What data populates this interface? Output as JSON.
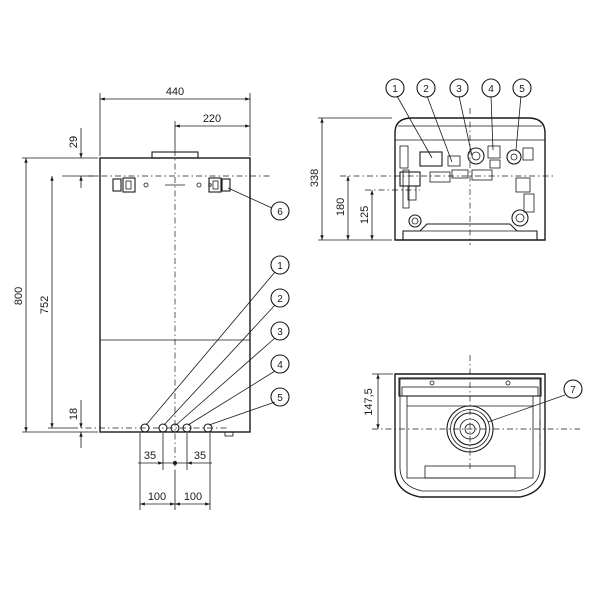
{
  "front_view": {
    "dims": {
      "width": "440",
      "half_width": "220",
      "top_offset": "29",
      "height": "800",
      "mount_height": "752",
      "bottom_offset": "18",
      "conn_left": "35",
      "conn_right": "35",
      "dist_left": "100",
      "dist_right": "100"
    },
    "callouts": [
      "1",
      "2",
      "3",
      "4",
      "5",
      "6"
    ]
  },
  "bottom_view": {
    "dims": {
      "height": "338",
      "conn_a": "180",
      "conn_b": "125"
    },
    "callouts": [
      "1",
      "2",
      "3",
      "4",
      "5"
    ]
  },
  "top_view": {
    "dims": {
      "flue_offset": "147,5"
    },
    "callouts": [
      "7"
    ]
  }
}
